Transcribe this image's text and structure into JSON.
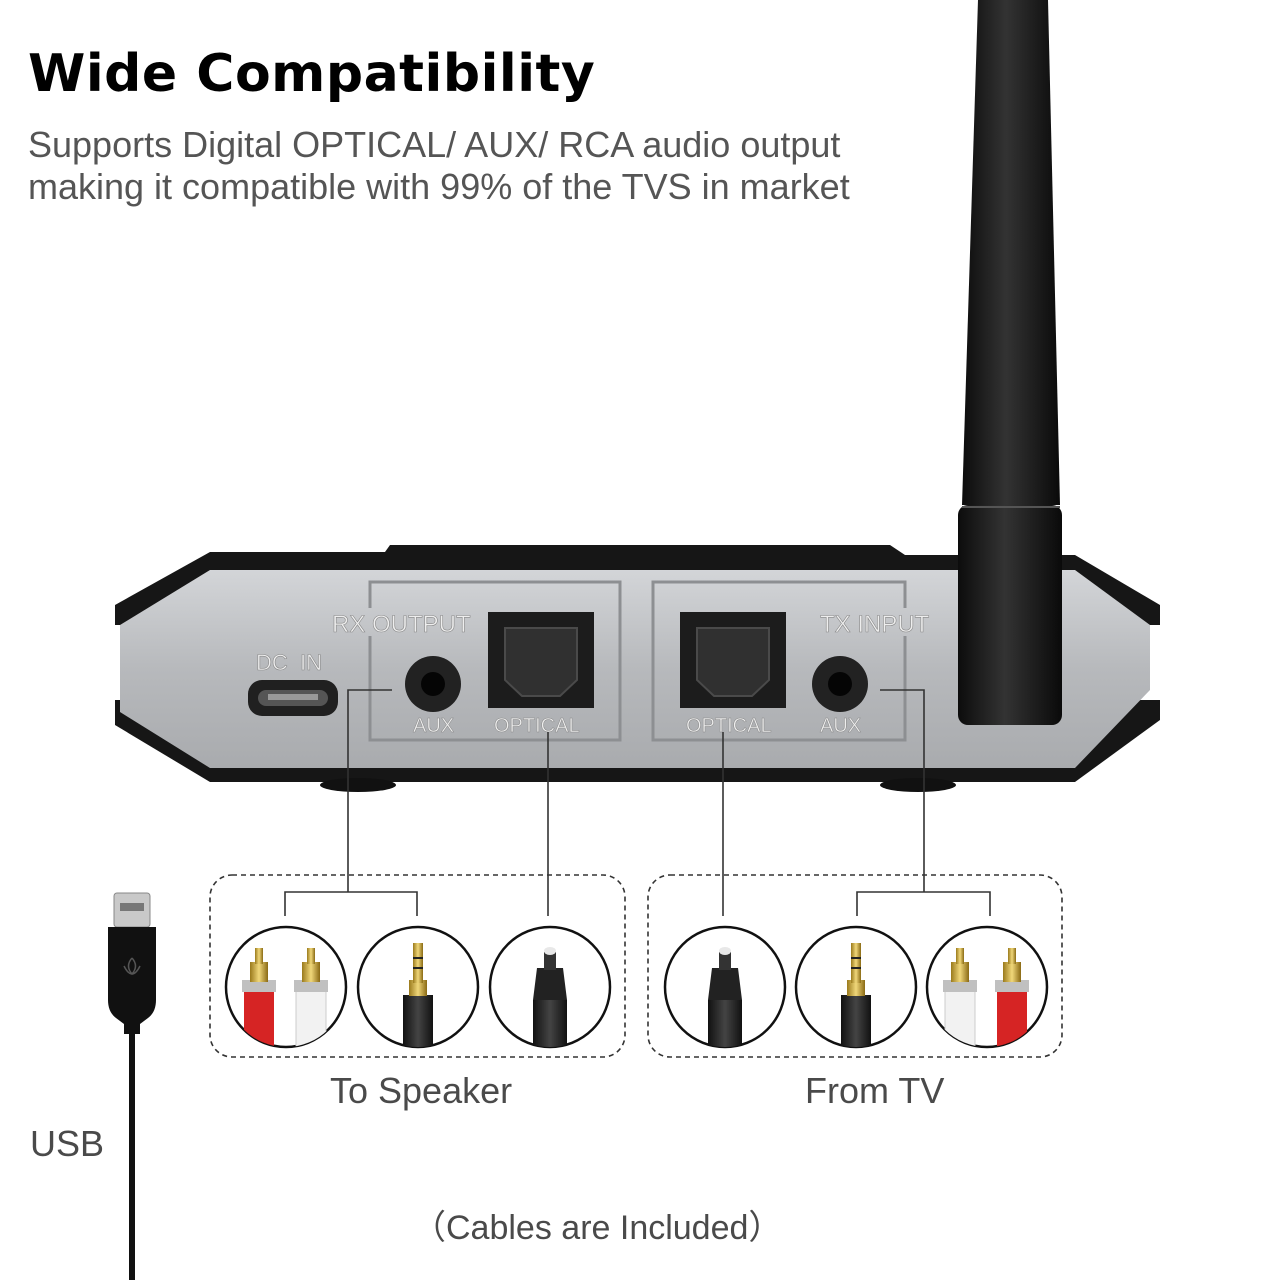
{
  "header": {
    "title": "Wide Compatibility",
    "subtitle_line1": "Supports Digital OPTICAL/ AUX/ RCA audio output",
    "subtitle_line2": "making it compatible with 99% of the TVS in market"
  },
  "device": {
    "dc_in_label": "DC  IN",
    "rx_output_label": "RX OUTPUT",
    "tx_input_label": "TX INPUT",
    "rx_aux_label": "AUX",
    "rx_optical_label": "OPTICAL",
    "tx_optical_label": "OPTICAL",
    "tx_aux_label": "AUX",
    "body_color": "#b4b6b9",
    "trim_color": "#1a1a1a"
  },
  "cables": {
    "to_speaker_label": "To Speaker",
    "from_tv_label": "From TV",
    "usb_label": "USB",
    "included_note": "（Cables are Included）",
    "rca_red": "#d62424",
    "rca_white": "#f2f2f2"
  }
}
